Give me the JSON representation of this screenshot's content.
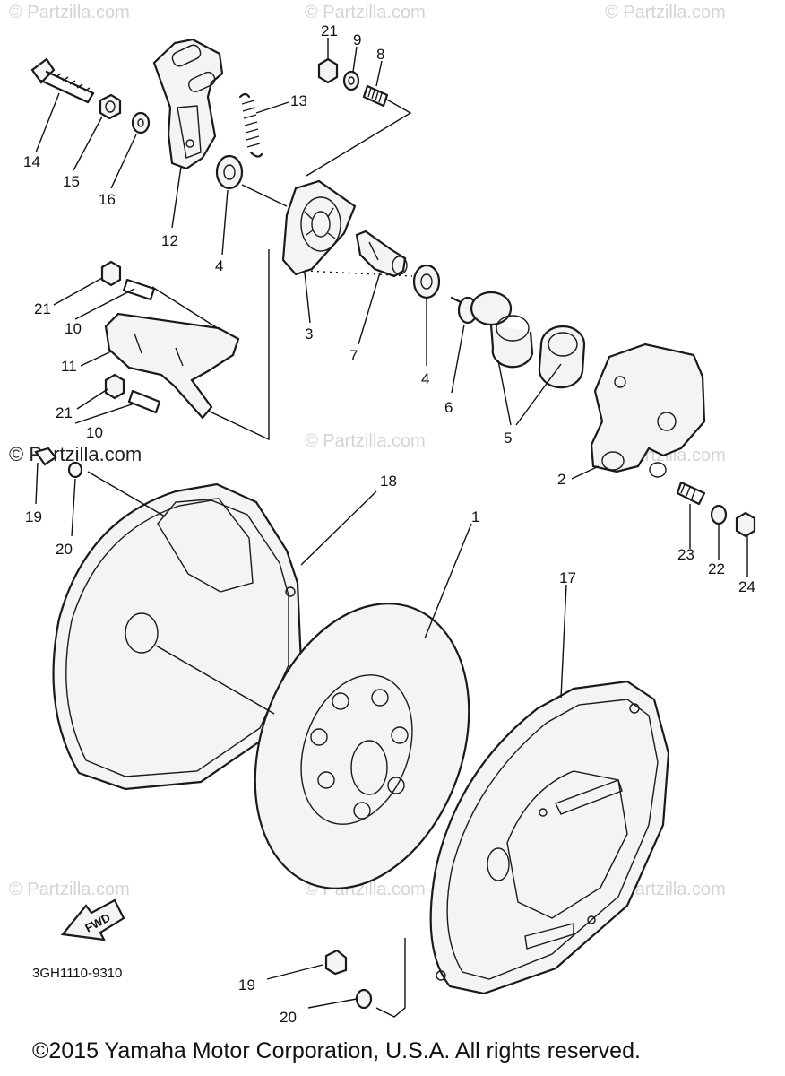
{
  "watermarks": [
    "© Partzilla.com",
    "© Partzilla.com",
    "© Partzilla.com",
    "© Partzilla.com",
    "© Partzilla.com",
    "© Partzilla.com",
    "© Partzilla.com",
    "© Partzilla.com"
  ],
  "watermark_dark": "© Partzilla.com",
  "callouts": [
    "21",
    "9",
    "8",
    "13",
    "14",
    "15",
    "16",
    "12",
    "4",
    "3",
    "7",
    "4",
    "6",
    "5",
    "2",
    "21",
    "10",
    "11",
    "21",
    "10",
    "19",
    "20",
    "18",
    "1",
    "23",
    "22",
    "24",
    "17",
    "19",
    "20"
  ],
  "diagram_code": "3GH1110-9310",
  "fwd_label": "FWD",
  "copyright": "©2015  Yamaha Motor Corporation, U.S.A. All rights reserved."
}
